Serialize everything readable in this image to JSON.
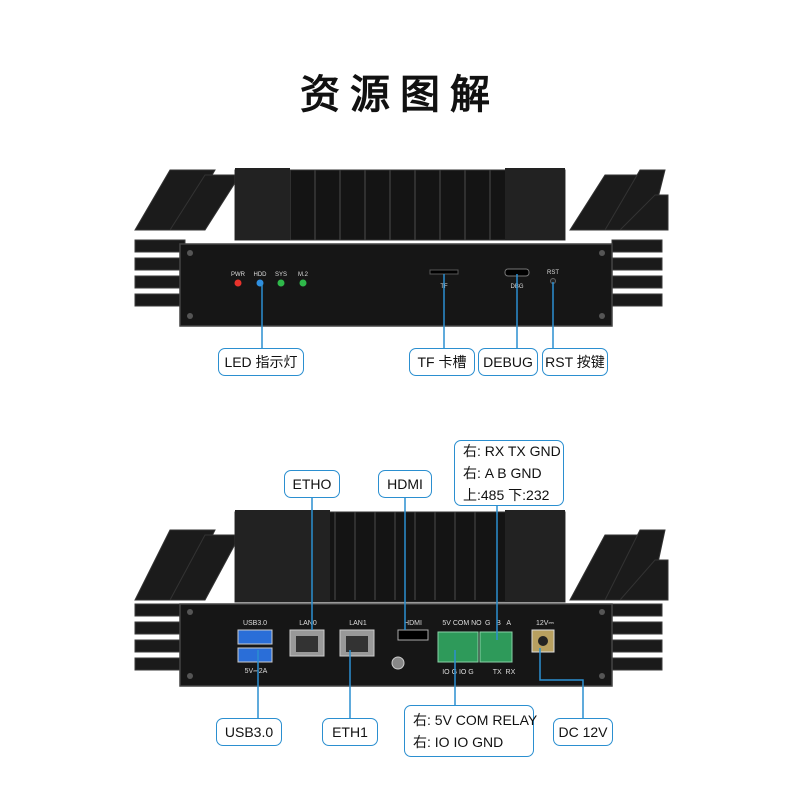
{
  "page": {
    "title": "资源图解"
  },
  "top_panel": {
    "led_labels": [
      "PWR",
      "HDD",
      "SYS",
      "M.2"
    ],
    "tf_label": "TF",
    "debug_label": "DBG",
    "rst_label": "RST",
    "callouts": {
      "led": "LED 指示灯",
      "tf": "TF 卡槽",
      "debug": "DEBUG",
      "rst": "RST 按键"
    }
  },
  "bottom_panel": {
    "port_labels": {
      "usb": "USB3.0",
      "usb_power": "5V⎓2A",
      "lan0": "LAN0",
      "lan1": "LAN1",
      "hdmi": "HDMI",
      "io_top": "5V COM NO",
      "serial_top": "G   B   A",
      "dc": "12V⎓",
      "io_bottom": "IO  G  IO  G",
      "serial_bottom": "TX  RX"
    },
    "callouts": {
      "eth0": "ETHO",
      "hdmi": "HDMI",
      "serial_lines": [
        "右: RX TX GND",
        "右: A B GND",
        "上:485  下:232"
      ],
      "usb": "USB3.0",
      "eth1": "ETH1",
      "relay_lines": [
        "右: 5V COM RELAY",
        "右: IO IO GND"
      ],
      "dc": "DC 12V"
    }
  },
  "colors": {
    "callout_border": "#2b8fd0",
    "leader_line": "#2b8fd0",
    "chassis": "#161616",
    "led_red": "#e8332c",
    "led_blue": "#2f8fe0",
    "led_green": "#2fb84a",
    "terminal_green": "#2e9a5a",
    "usb_blue": "#2a6ed8"
  }
}
